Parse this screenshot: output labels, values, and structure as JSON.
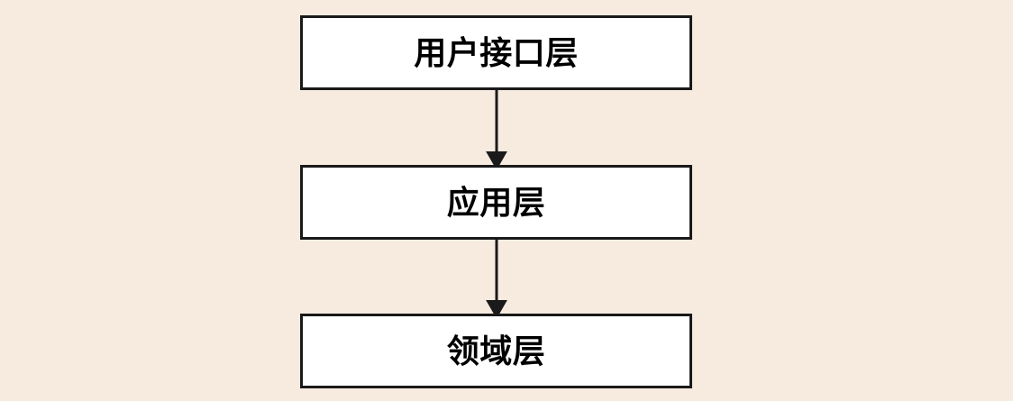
{
  "diagram": {
    "type": "layered-architecture-flowchart",
    "background_color": "#f7ebe0",
    "box_fill_color": "#ffffff",
    "box_border_color": "#1a1a1a",
    "arrow_color": "#1a1a1a",
    "nodes": [
      {
        "id": "ui",
        "label": "用户接口层"
      },
      {
        "id": "app",
        "label": "应用层"
      },
      {
        "id": "domain",
        "label": "领域层"
      }
    ],
    "edges": [
      {
        "from": "ui",
        "to": "app",
        "direction": "down",
        "style": "solid-arrow"
      },
      {
        "from": "app",
        "to": "domain",
        "direction": "down",
        "style": "solid-arrow"
      }
    ]
  }
}
